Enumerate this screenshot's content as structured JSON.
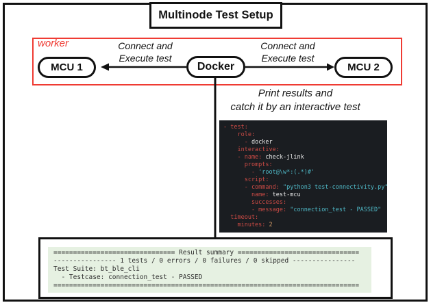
{
  "title": "Multinode Test Setup",
  "worker_box": {
    "label": "worker"
  },
  "nodes": {
    "mcu1": "MCU 1",
    "docker": "Docker",
    "mcu2": "MCU 2"
  },
  "arrows": {
    "left_label": [
      "Connect and",
      "Execute test"
    ],
    "right_label": [
      "Connect and",
      "Execute test"
    ]
  },
  "print_label": [
    "Print results and",
    "catch it by an interactive test"
  ],
  "code_block": {
    "lines": [
      [
        {
          "c": "k",
          "t": "- test:"
        }
      ],
      [
        {
          "c": "k",
          "t": "    role:"
        }
      ],
      [
        {
          "c": "k",
          "t": "      - "
        },
        {
          "c": "p",
          "t": "docker"
        }
      ],
      [
        {
          "c": "k",
          "t": "    interactive:"
        }
      ],
      [
        {
          "c": "k",
          "t": "    - name: "
        },
        {
          "c": "p",
          "t": "check-jlink"
        }
      ],
      [
        {
          "c": "k",
          "t": "      prompts:"
        }
      ],
      [
        {
          "c": "k",
          "t": "        - "
        },
        {
          "c": "s",
          "t": "'root@\\w*:(.*)#'"
        }
      ],
      [
        {
          "c": "k",
          "t": "      script:"
        }
      ],
      [
        {
          "c": "k",
          "t": "      - command: "
        },
        {
          "c": "s",
          "t": "\"python3 test-connectivity.py\""
        }
      ],
      [
        {
          "c": "k",
          "t": "        name: "
        },
        {
          "c": "p",
          "t": "test-mcu"
        }
      ],
      [
        {
          "c": "k",
          "t": "        successes:"
        }
      ],
      [
        {
          "c": "k",
          "t": "        - message: "
        },
        {
          "c": "s",
          "t": "\"connection_test - PASSED\""
        }
      ],
      [
        {
          "c": "k",
          "t": "  timeout:"
        }
      ],
      [
        {
          "c": "k",
          "t": "    minutes: "
        },
        {
          "c": "n",
          "t": "2"
        }
      ]
    ]
  },
  "result_box": {
    "lines": [
      "=============================== Result summary ===============================",
      "---------------- 1 tests / 0 errors / 0 failures / 0 skipped ----------------",
      "Test Suite: bt_ble_cli",
      "  - Testcase: connection_test - PASSED",
      "=============================================================================="
    ]
  },
  "colors": {
    "accent_red": "#ef3b33",
    "ink": "#111111",
    "code_bg": "#1a1d21",
    "code_key": "#cc4b45",
    "code_string": "#4fb8c6",
    "code_plain": "#e8e8e8",
    "code_number": "#d19a66",
    "result_bg": "#e6f1e2",
    "result_text": "#2d2d2d"
  }
}
